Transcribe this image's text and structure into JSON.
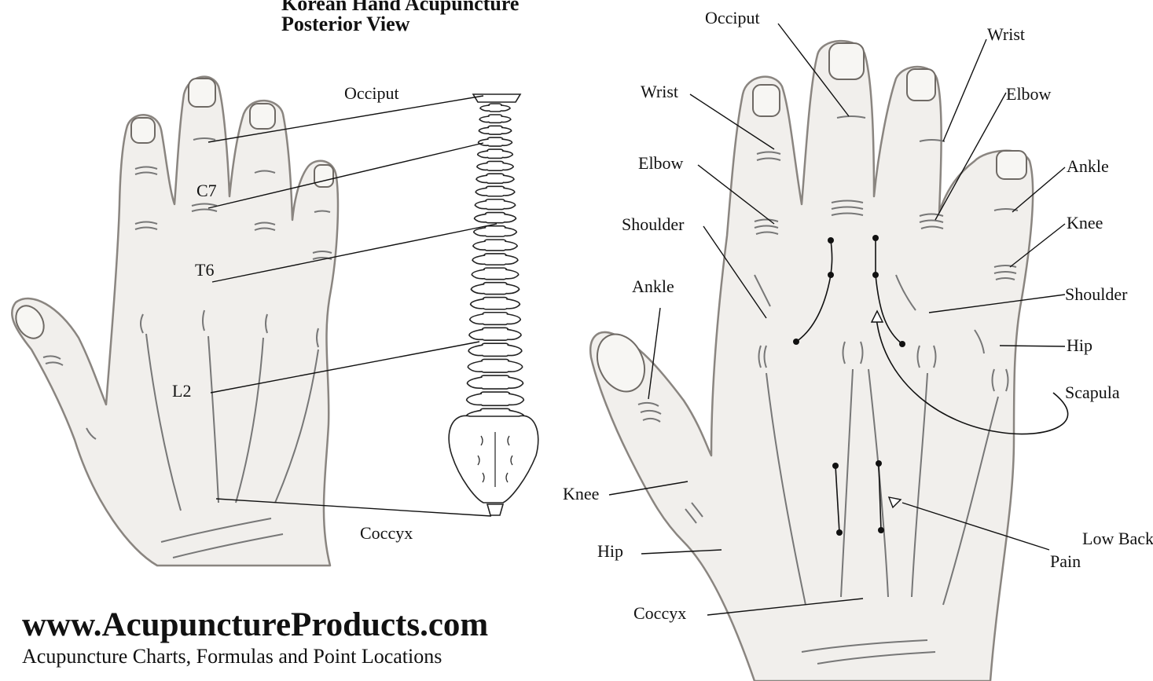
{
  "header": {
    "title_line1": "Korean Hand Acupuncture",
    "title_line2": "Posterior  View"
  },
  "footer": {
    "website": "www.AcupunctureProducts.com",
    "subtitle": "Acupuncture Charts, Formulas and Point Locations"
  },
  "left_diagram": {
    "labels": {
      "occiput": "Occiput",
      "c7": "C7",
      "t6": "T6",
      "l2": "L2",
      "coccyx": "Coccyx"
    }
  },
  "right_diagram": {
    "labels": {
      "occiput": "Occiput",
      "wrist_top": "Wrist",
      "wrist_left": "Wrist",
      "elbow_left": "Elbow",
      "elbow_right": "Elbow",
      "ankle_right": "Ankle",
      "knee_right": "Knee",
      "shoulder_left": "Shoulder",
      "shoulder_right": "Shoulder",
      "ankle_left": "Ankle",
      "hip_right": "Hip",
      "scapula": "Scapula",
      "knee_left": "Knee",
      "hip_left": "Hip",
      "low_back_pain_1": "Low Back",
      "low_back_pain_2": "Pain",
      "coccyx": "Coccyx"
    }
  },
  "colors": {
    "skin": "#f1efec",
    "outline": "#8a8580",
    "ink": "#111111",
    "bone": "#ffffff"
  }
}
